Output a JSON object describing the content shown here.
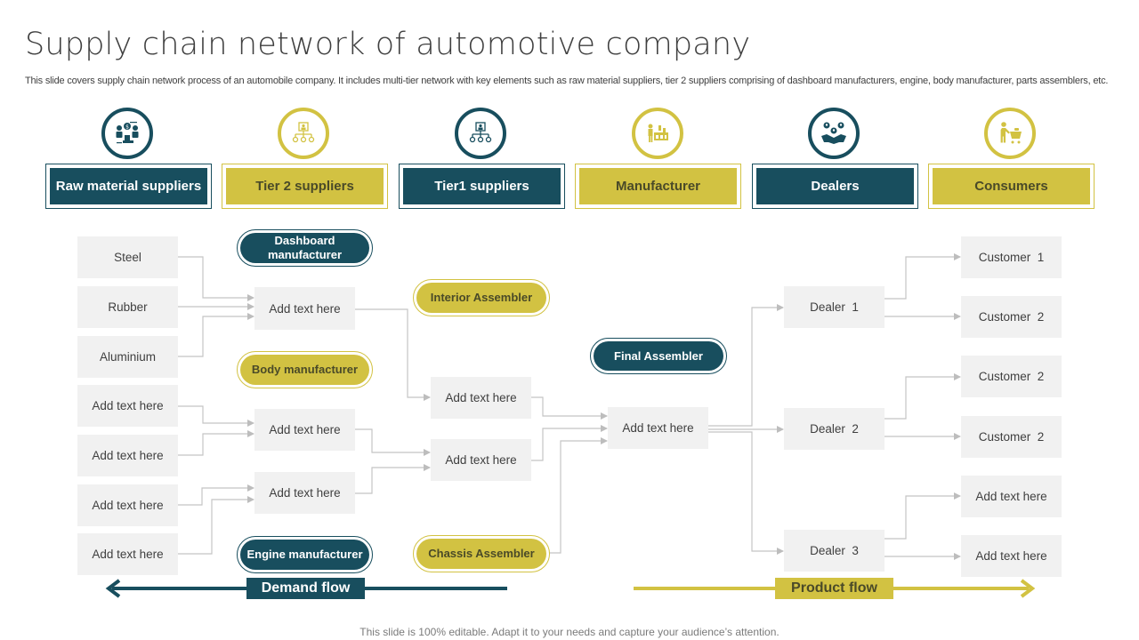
{
  "title": "Supply chain network of automotive company",
  "description": "This slide covers supply chain network process of an automobile company. It includes multi-tier network with key elements such as raw material suppliers, tier 2 suppliers comprising of dashboard manufacturers, engine, body manufacturer, parts assemblers, etc.",
  "colors": {
    "teal": "#184e5e",
    "olive": "#d2c242",
    "box_bg": "#f1f1f1",
    "connector": "#bdbdbd"
  },
  "categories": [
    {
      "label": "Raw material suppliers",
      "icon": "supplier-exchange-icon",
      "theme": "teal"
    },
    {
      "label": "Tier 2 suppliers",
      "icon": "org-hierarchy-icon",
      "theme": "olive"
    },
    {
      "label": "Tier1 suppliers",
      "icon": "org-hierarchy-icon",
      "theme": "teal"
    },
    {
      "label": "Manufacturer",
      "icon": "factory-worker-icon",
      "theme": "olive"
    },
    {
      "label": "Dealers",
      "icon": "handshake-network-icon",
      "theme": "teal"
    },
    {
      "label": "Consumers",
      "icon": "shopping-cart-icon",
      "theme": "olive"
    }
  ],
  "raw_materials": [
    "Steel",
    "Rubber",
    "Aluminium",
    "Add text here",
    "Add text here",
    "Add text here",
    "Add text here"
  ],
  "tier2": {
    "labels": [
      "Dashboard manufacturer",
      "Body manufacturer",
      "Engine manufacturer"
    ],
    "boxes": [
      "Add text here",
      "Add text here",
      "Add text here"
    ]
  },
  "tier1": {
    "labels": [
      "Interior Assembler",
      "Chassis Assembler"
    ],
    "boxes": [
      "Add text here",
      "Add text here"
    ]
  },
  "manufacturer": {
    "label": "Final Assembler",
    "box": "Add text here"
  },
  "dealers": [
    "Dealer  1",
    "Dealer  2",
    "Dealer  3"
  ],
  "consumers": [
    "Customer  1",
    "Customer  2",
    "Customer  2",
    "Customer  2",
    "Add text here",
    "Add text here"
  ],
  "flows": {
    "demand": "Demand flow",
    "product": "Product flow"
  },
  "footer": "This slide is 100% editable. Adapt it to your needs and capture your audience’s attention."
}
